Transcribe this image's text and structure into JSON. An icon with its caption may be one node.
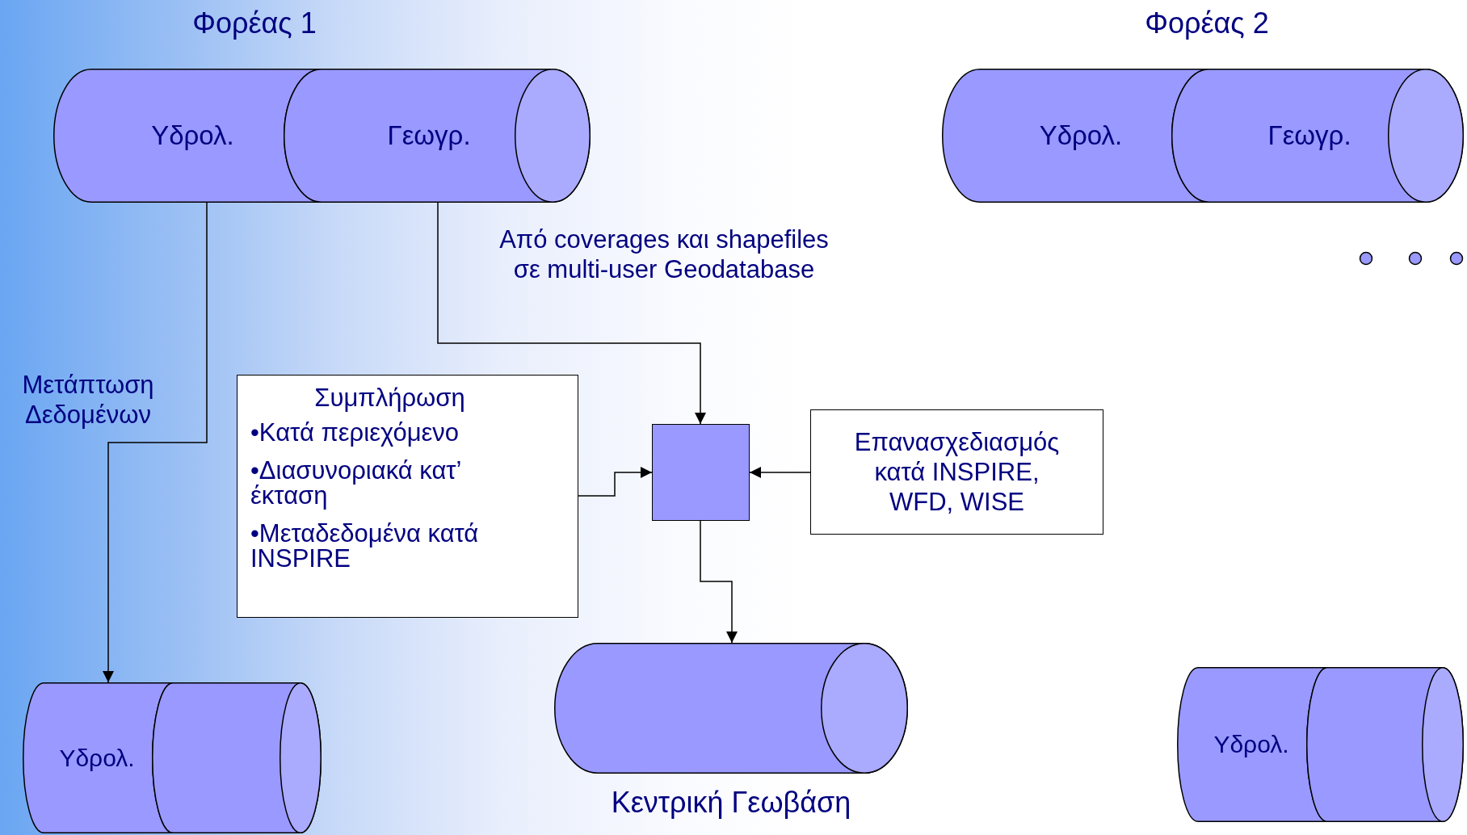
{
  "diagram": {
    "nodes": [
      {
        "text": [
          "Υδρολ."
        ]
      },
      {
        "text": [
          "Γεωγρ."
        ]
      },
      {
        "text": [
          "Υδρολ."
        ]
      },
      {
        "text": [
          "Γεωγρ."
        ]
      },
      {
        "text": [
          "Συμπλήρωση",
          "•Κατά περιεχόμενο",
          "•Διασυνοριακά κατ’ έκταση",
          "•Μεταδεδομένα κατά INSPIRE"
        ]
      },
      {
        "text": [],
        "shape": "box"
      },
      {
        "text": [
          "Επανασχεδιασμός κατά INSPIRE, WFD, WISE"
        ]
      },
      {
        "text": [
          "Υδρολ."
        ]
      },
      {
        "text": [],
        "shape": "cylinder"
      },
      {
        "text": [
          "Κεντρική Γεωβάση"
        ]
      },
      {
        "text": [
          "Υδρολ."
        ]
      },
      {
        "text": [],
        "shape": "cylinder"
      }
    ],
    "edges": [
      {
        "from": 0,
        "to": 7,
        "arrow": "to",
        "label": "Μετάπτωση Δεδομένων"
      },
      {
        "from": 1,
        "to": 5,
        "arrow": "to",
        "label": "Από coverages και shapefiles σε multi-user Geodatabase"
      },
      {
        "from": 4,
        "to": 5,
        "arrow": "to"
      },
      {
        "from": 6,
        "to": 5,
        "arrow": "to"
      },
      {
        "from": 5,
        "to": 9,
        "arrow": "to"
      }
    ],
    "labels": [
      "Φορέας 1",
      "Φορέας 2"
    ]
  }
}
